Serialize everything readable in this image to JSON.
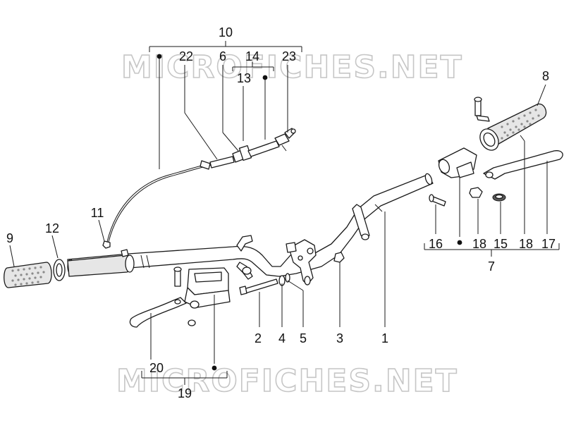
{
  "watermark": "MICROFICHES.NET",
  "callouts": {
    "c1": "1",
    "c2": "2",
    "c3": "3",
    "c4": "4",
    "c5": "5",
    "c6": "6",
    "c7": "7",
    "c8": "8",
    "c9": "9",
    "c10": "10",
    "c11": "11",
    "c12": "12",
    "c13": "13",
    "c14": "14",
    "c15": "15",
    "c16": "16",
    "c17": "17",
    "c18a": "18",
    "c18b": "18",
    "c19": "19",
    "c20": "20",
    "c22": "22",
    "c23": "23"
  }
}
